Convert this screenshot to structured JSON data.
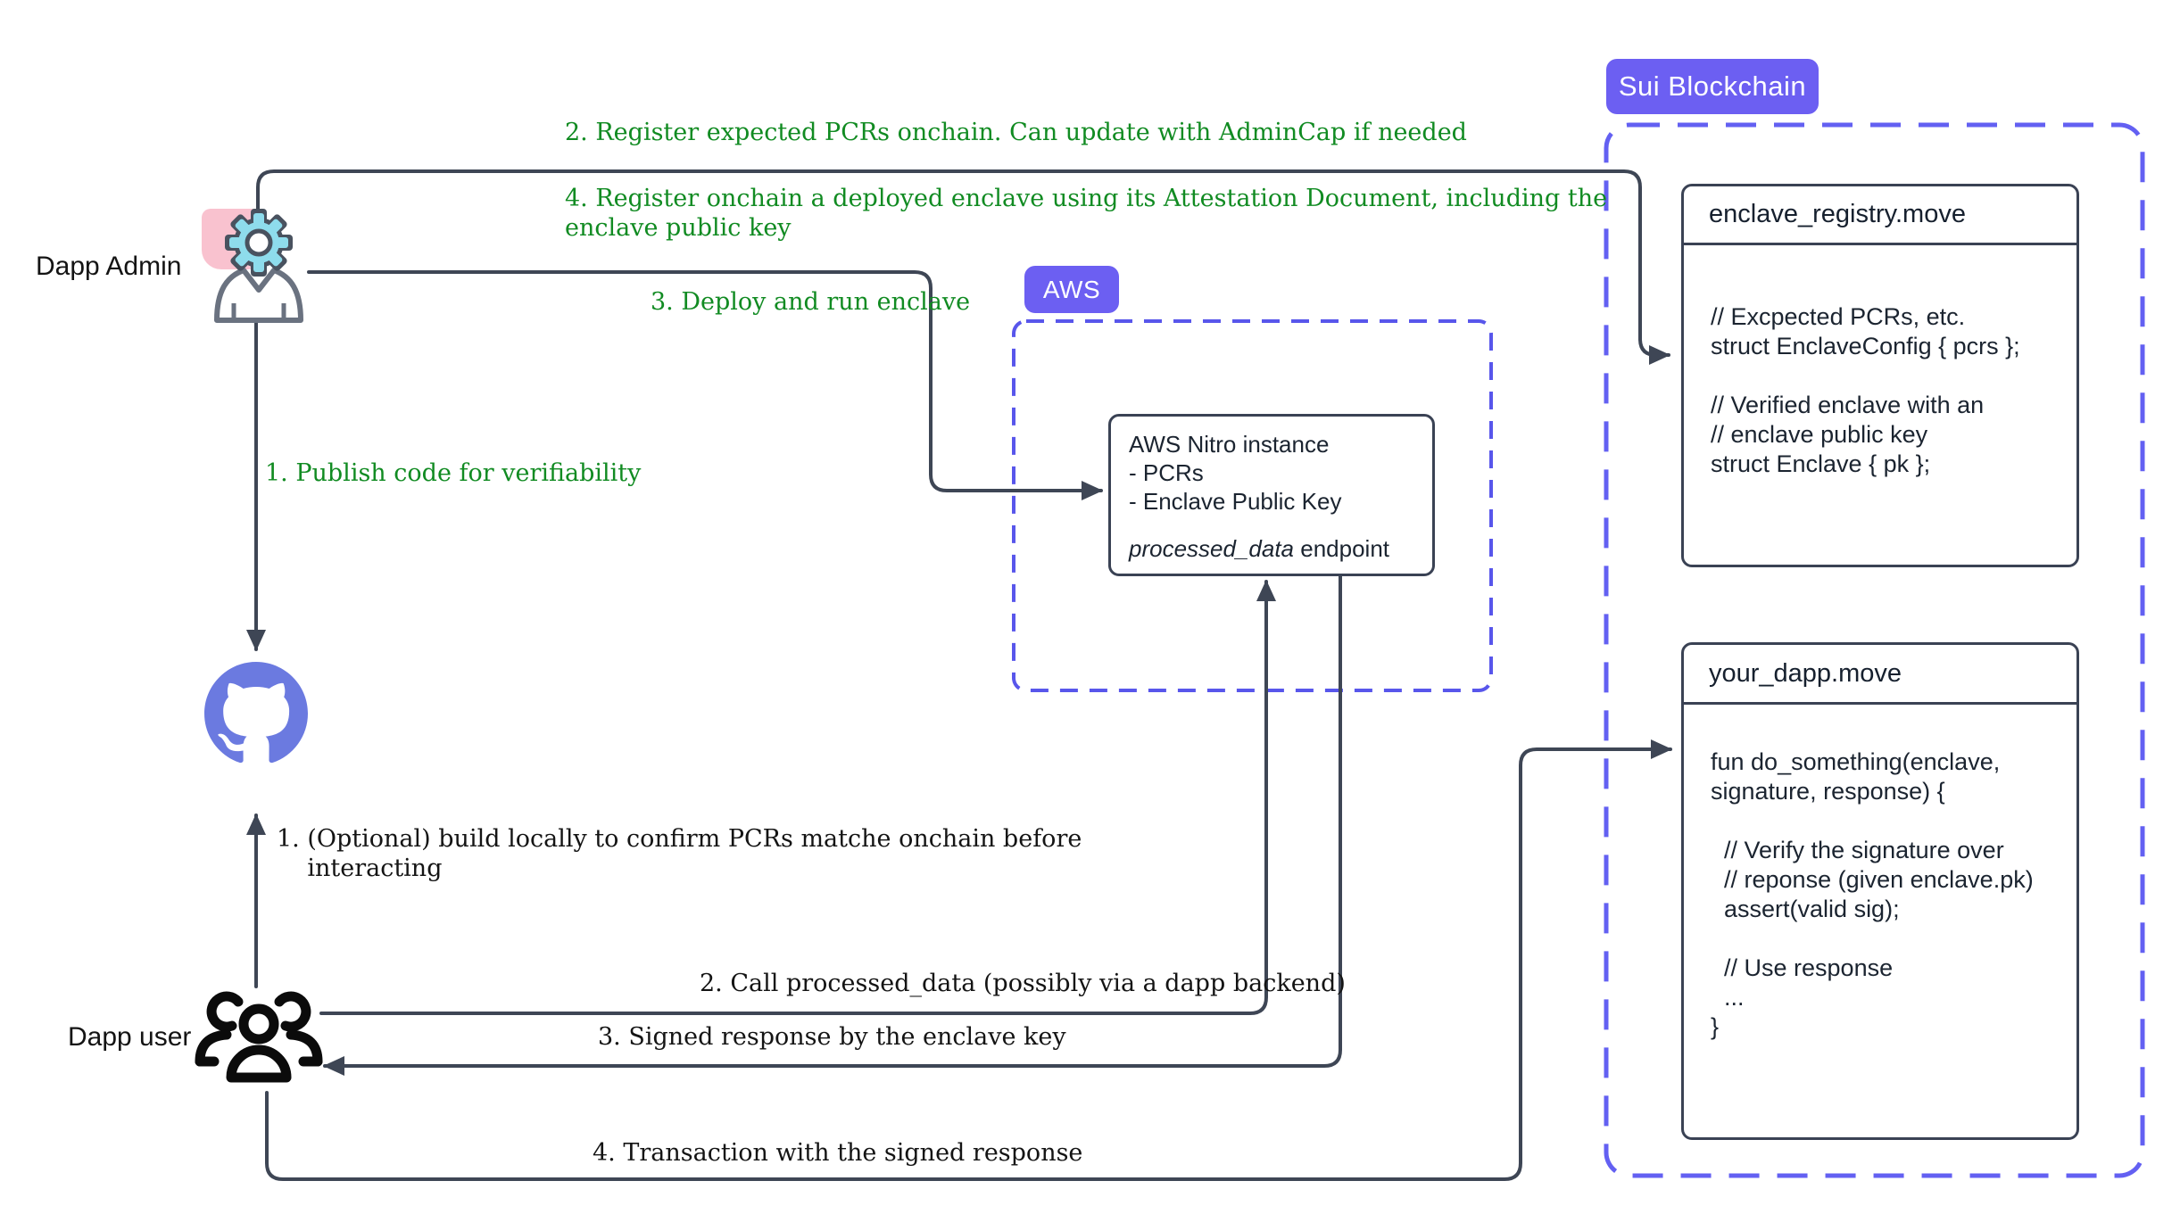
{
  "diagram": {
    "actors": {
      "admin_label": "Dapp Admin",
      "user_label": "Dapp user"
    },
    "badges": {
      "sui": "Sui Blockchain",
      "aws": "AWS"
    },
    "admin_steps": {
      "step1": "1. Publish code for verifiability",
      "step2": "2. Register expected PCRs onchain. Can update with AdminCap if needed",
      "step3": "3. Deploy and run enclave",
      "step4": "4. Register onchain a deployed enclave using its Attestation Document, including the\nenclave public key"
    },
    "user_steps": {
      "step1": "1. (Optional) build locally to confirm PCRs matche onchain before\n    interacting",
      "step2": "2. Call processed_data (possibly via a dapp backend)",
      "step3": "3. Signed response by the enclave key",
      "step4": "4. Transaction with the signed response"
    },
    "nodes": {
      "aws_nitro": {
        "title": "AWS Nitro instance",
        "lines": "- PCRs\n- Enclave Public Key",
        "endpoint_italic": "processed_data",
        "endpoint_rest": " endpoint"
      },
      "enclave_registry": {
        "title": "enclave_registry.move",
        "code": "// Excpected PCRs, etc.\nstruct EnclaveConfig { pcrs };\n\n// Verified enclave with an\n// enclave public key\nstruct Enclave { pk };"
      },
      "your_dapp": {
        "title": "your_dapp.move",
        "code": "fun do_something(enclave,\nsignature, response) {\n\n  // Verify the signature over\n  // reponse (given enclave.pk)\n  assert(valid sig);\n\n  // Use response\n  ...\n}"
      }
    },
    "colors": {
      "accent_purple": "#6c5ff2",
      "dashed_border": "#5856eb",
      "green_text": "#118b22",
      "connector": "#3e4655",
      "github_blue": "#6b7ae0",
      "gear_blue": "#8edcec",
      "pink": "#f9c2cf"
    }
  }
}
